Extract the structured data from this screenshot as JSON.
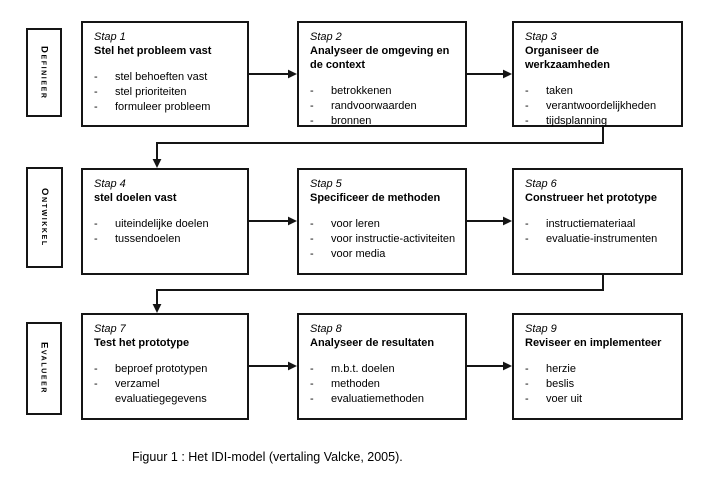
{
  "diagram": {
    "caption": "Figuur 1 : Het IDI-model (vertaling Valcke, 2005).",
    "bullet_char": "-",
    "colors": {
      "line": "#151515",
      "background": "#ffffff",
      "text": "#000000"
    },
    "phases": [
      {
        "label": "Definieer"
      },
      {
        "label": "Ontwikkel"
      },
      {
        "label": "Evalueer"
      }
    ],
    "boxes": [
      {
        "step": "Stap 1",
        "title": "Stel het probleem vast",
        "items": [
          "stel behoeften vast",
          "stel prioriteiten",
          "formuleer probleem"
        ]
      },
      {
        "step": "Stap 2",
        "title": "Analyseer de omgeving en de context",
        "items": [
          "betrokkenen",
          "randvoorwaarden",
          "bronnen"
        ]
      },
      {
        "step": "Stap 3",
        "title": "Organiseer de werkzaamheden",
        "items": [
          "taken",
          "verantwoordelijkheden",
          "tijdsplanning"
        ]
      },
      {
        "step": "Stap 4",
        "title": "stel doelen vast",
        "items": [
          "uiteindelijke doelen",
          "tussendoelen"
        ]
      },
      {
        "step": "Stap 5",
        "title": "Specificeer de methoden",
        "items": [
          "voor leren",
          "voor instructie-activiteiten",
          "voor media"
        ]
      },
      {
        "step": "Stap 6",
        "title": "Construeer het prototype",
        "items": [
          "instructiemateriaal",
          "evaluatie-instrumenten"
        ]
      },
      {
        "step": "Stap 7",
        "title": "Test het prototype",
        "items": [
          "beproef prototypen",
          "verzamel evaluatiegegevens"
        ]
      },
      {
        "step": "Stap 8",
        "title": "Analyseer de resultaten",
        "items": [
          "m.b.t. doelen",
          "methoden",
          "evaluatiemethoden"
        ]
      },
      {
        "step": "Stap 9",
        "title": "Reviseer en implementeer",
        "items": [
          "herzie",
          "beslis",
          "voer uit"
        ]
      }
    ]
  }
}
